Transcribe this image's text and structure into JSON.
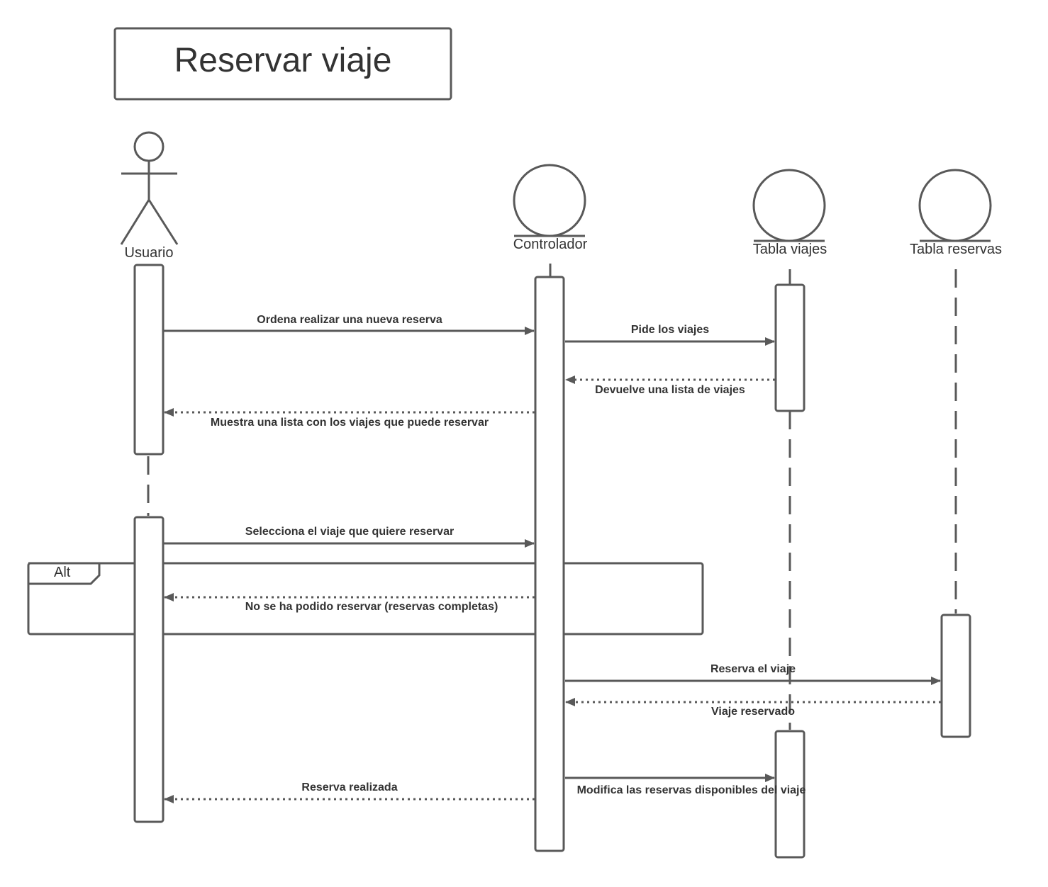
{
  "title": "Reservar viaje",
  "participants": {
    "usuario": "Usuario",
    "controlador": "Controlador",
    "tabla_viajes": "Tabla viajes",
    "tabla_reservas": "Tabla reservas"
  },
  "fragment": {
    "label": "Alt"
  },
  "messages": {
    "m1": "Ordena realizar una nueva reserva",
    "m2": "Pide los viajes",
    "m3": "Devuelve una lista de viajes",
    "m4": "Muestra una lista con los viajes que puede reservar",
    "m5": "Selecciona el viaje que quiere reservar",
    "m6": "No se ha podido reservar (reservas completas)",
    "m7": "Reserva el viaje",
    "m8": "Viaje reservado",
    "m9": "Modifica las reservas disponibles del viaje",
    "m10": "Reserva realizada"
  },
  "colors": {
    "stroke": "#595959",
    "text": "#333333",
    "background": "#ffffff"
  }
}
